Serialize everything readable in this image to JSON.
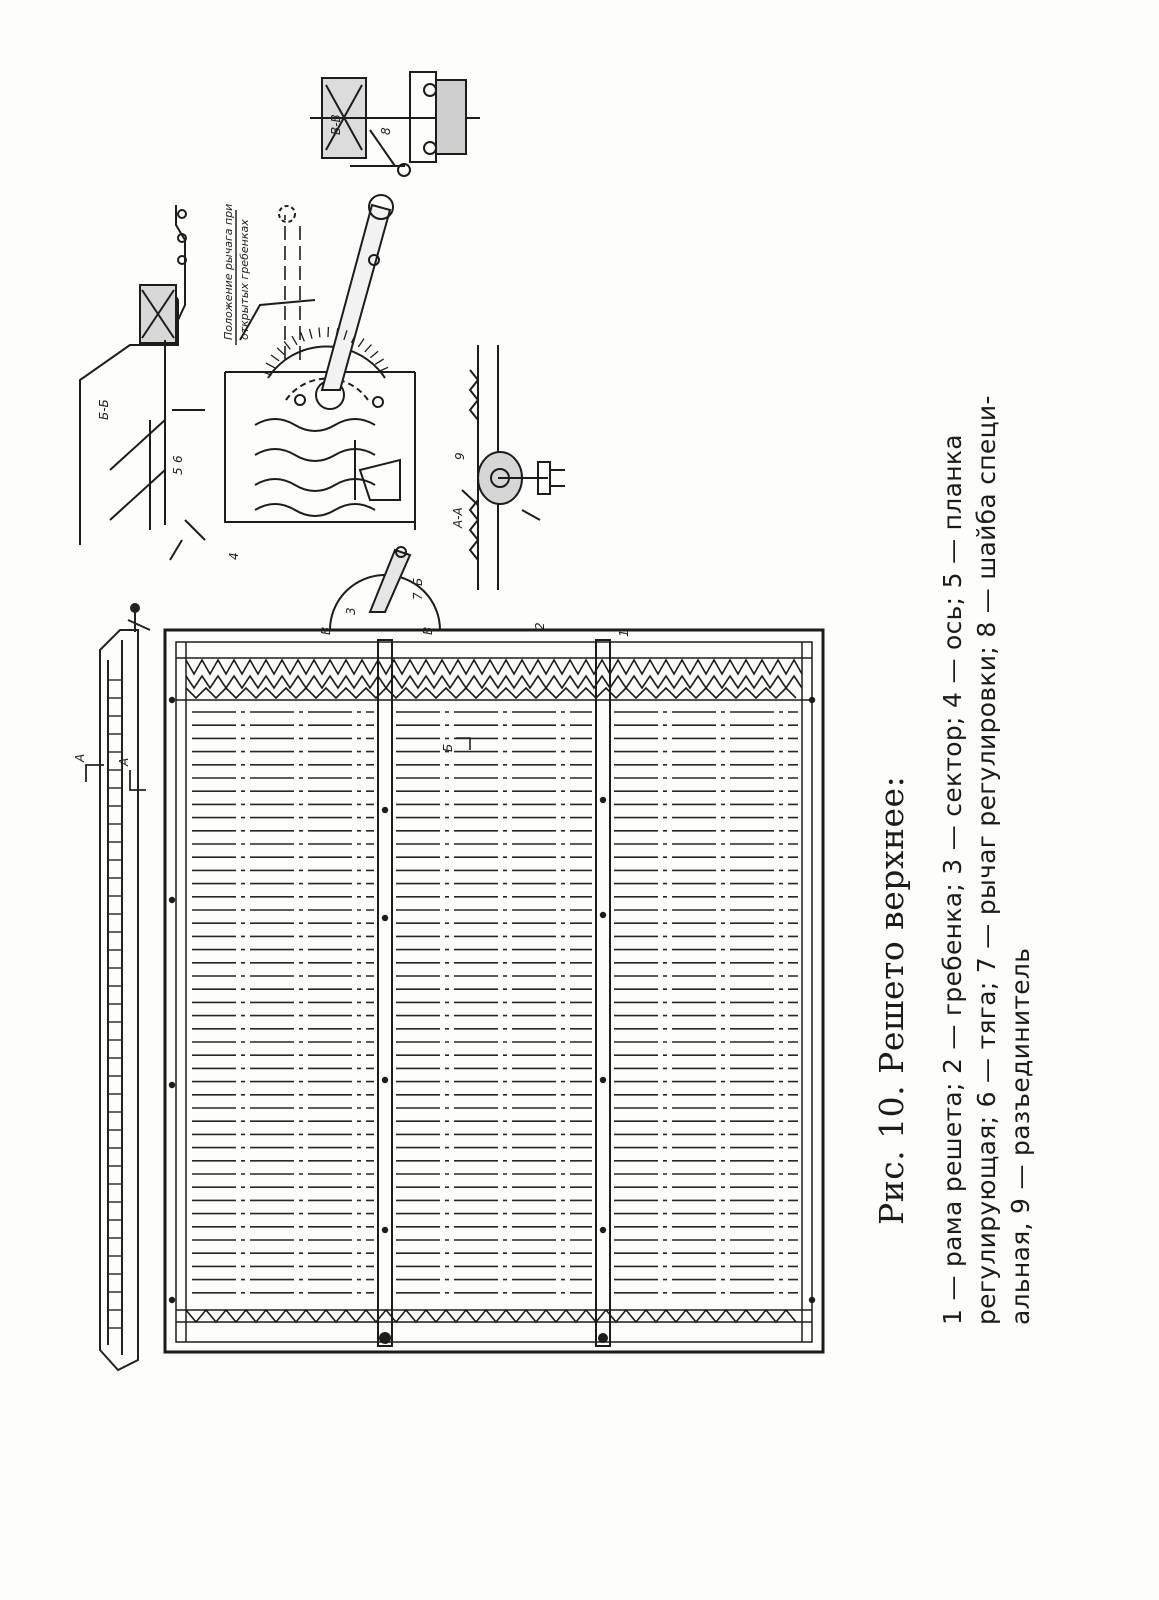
{
  "caption": {
    "title": "Рис. 10. Решето верхнее:",
    "legend_lines": [
      "1 — рама решета;   2 — гребенка;   3 — сектор;   4 — ось;   5 — планка",
      "регулирующая; 6 — тяга; 7 — рычаг регулировки; 8 — шайба  специ-",
      "альная, 9 — разъединитель"
    ]
  },
  "drawing": {
    "part_labels": [
      "1",
      "2",
      "3",
      "4",
      "5",
      "6",
      "7",
      "8",
      "9"
    ],
    "section_labels": {
      "aa": "А-А",
      "bb": "Б-Б",
      "vv": "В-В",
      "a_top": "А",
      "a_bottom": "А",
      "b_mark": "Б",
      "v_left": "В",
      "v_right": "В",
      "b_near_lever": "Б"
    },
    "annotation_line1": "Положение рычага при",
    "annotation_line2": "открытых гребенках"
  }
}
